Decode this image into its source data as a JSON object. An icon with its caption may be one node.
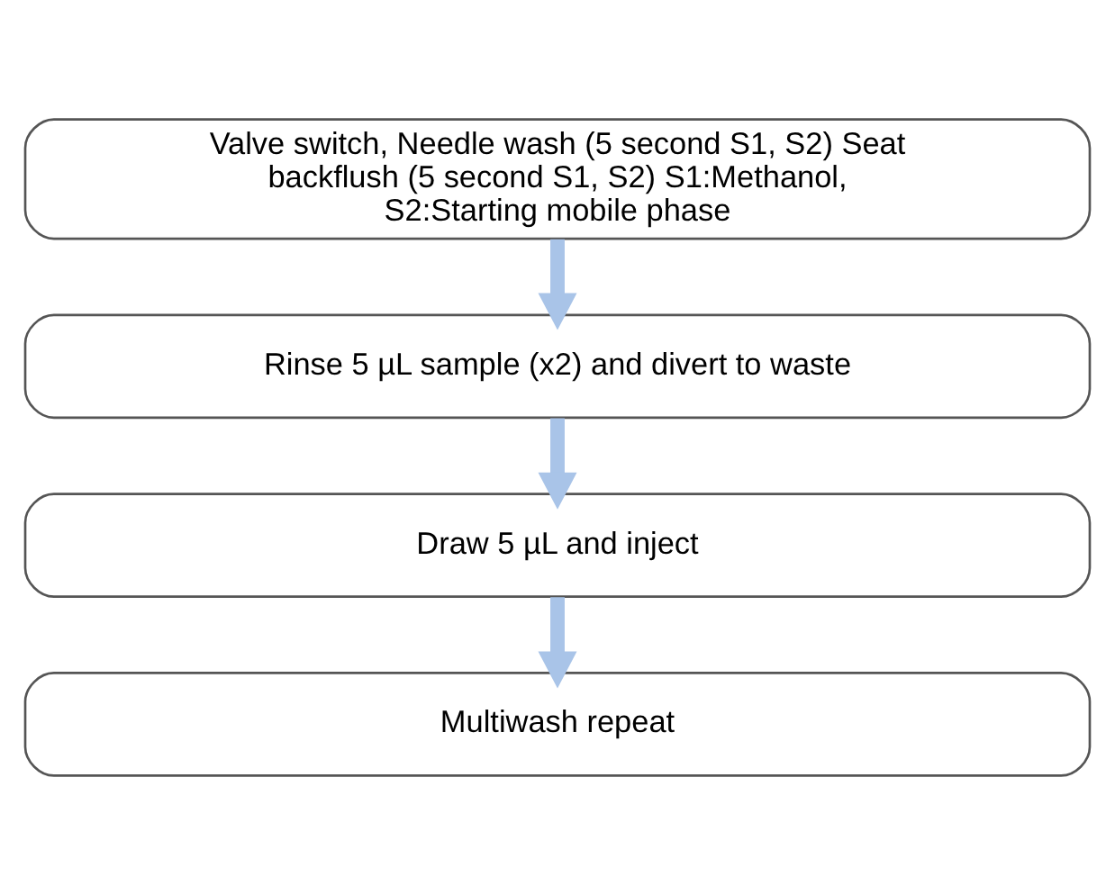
{
  "diagram": {
    "nodes": [
      {
        "text": [
          "Valve switch, Needle wash (5 second S1, S2) Seat backflush (5 second S1, S2) S1:Methanol, S2:Starting mobile phase"
        ]
      },
      {
        "text": [
          "Rinse 5 µL sample (x2) and divert to waste"
        ]
      },
      {
        "text": [
          "Draw 5 µL and inject"
        ]
      },
      {
        "text": [
          "Multiwash repeat"
        ]
      }
    ],
    "edges": [
      {
        "from": 0,
        "to": 1,
        "arrow": "to"
      },
      {
        "from": 1,
        "to": 2,
        "arrow": "to"
      },
      {
        "from": 2,
        "to": 3,
        "arrow": "to"
      }
    ]
  }
}
